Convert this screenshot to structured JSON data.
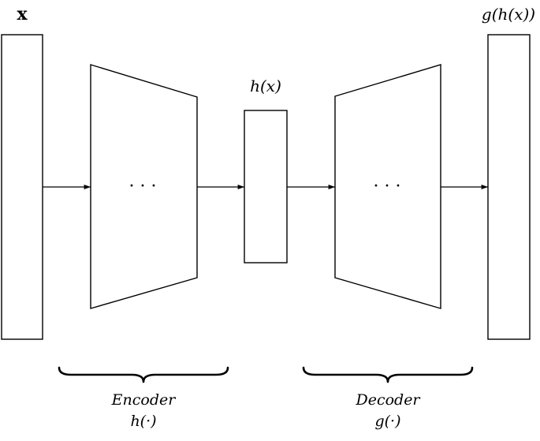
{
  "labels": {
    "input": "x",
    "code": "h(x)",
    "output": "g(h(x))",
    "encoder_dots": "· · ·",
    "decoder_dots": "· · ·"
  },
  "encoder": {
    "name": "Encoder",
    "function": "h(·)"
  },
  "decoder": {
    "name": "Decoder",
    "function": "g(·)"
  }
}
